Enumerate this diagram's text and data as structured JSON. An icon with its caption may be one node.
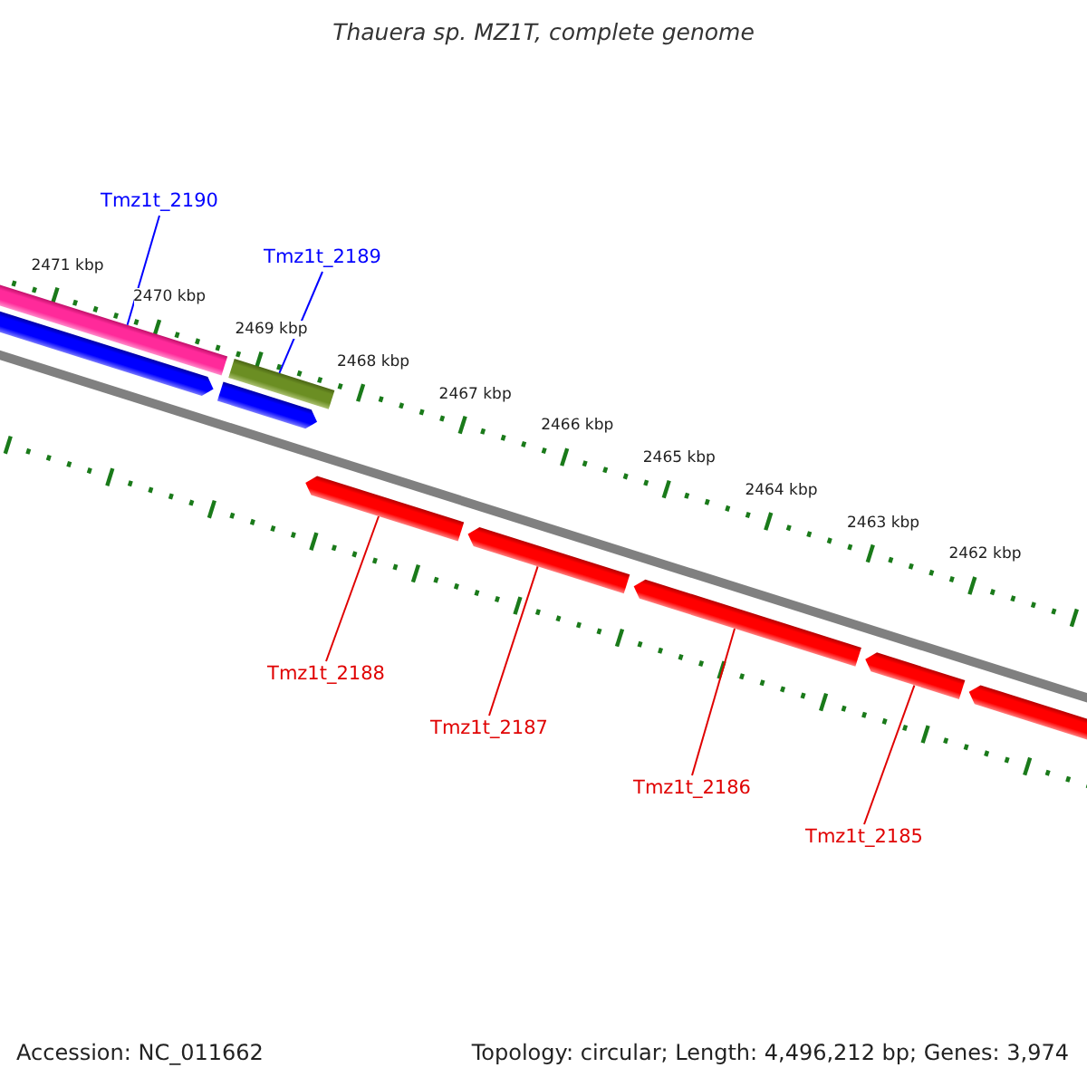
{
  "diagram": {
    "title": "Thauera sp. MZ1T, complete genome",
    "nodes": [
      {
        "text": [
          "Tmz1t_2190"
        ]
      },
      {
        "text": [],
        "shape": "bar"
      },
      {
        "text": [
          "Tmz1t_2189"
        ]
      },
      {
        "text": [],
        "shape": "bar"
      },
      {
        "text": [
          "Tmz1t_2188"
        ]
      },
      {
        "text": [],
        "shape": "bar"
      },
      {
        "text": [
          "Tmz1t_2187"
        ]
      },
      {
        "text": [],
        "shape": "bar"
      },
      {
        "text": [
          "Tmz1t_2186"
        ]
      },
      {
        "text": [],
        "shape": "bar"
      },
      {
        "text": [
          "Tmz1t_2185"
        ]
      },
      {
        "text": [],
        "shape": "bar"
      },
      {
        "text": [],
        "shape": "bar"
      },
      {
        "text": [],
        "shape": "bar"
      },
      {
        "text": [],
        "shape": "bar"
      }
    ],
    "edges": [
      {
        "from": 0,
        "to": 1,
        "arrow": "none",
        "color": "#0000ff"
      },
      {
        "from": 2,
        "to": 3,
        "arrow": "none",
        "color": "#0000ff"
      },
      {
        "from": 4,
        "to": 5,
        "arrow": "none"
      },
      {
        "from": 6,
        "to": 7,
        "arrow": "none"
      },
      {
        "from": 8,
        "to": 9,
        "arrow": "none"
      },
      {
        "from": 10,
        "to": 11,
        "arrow": "none"
      }
    ],
    "labels": [
      "2471 kbp",
      "2470 kbp",
      "2469 kbp",
      "2468 kbp",
      "2467 kbp",
      "2466 kbp",
      "2465 kbp",
      "2464 kbp",
      "2463 kbp",
      "2462 kbp",
      "Accession: NC_011662",
      "Topology: circular; Length: 4,496,212 bp; Genes: 3,974"
    ]
  }
}
